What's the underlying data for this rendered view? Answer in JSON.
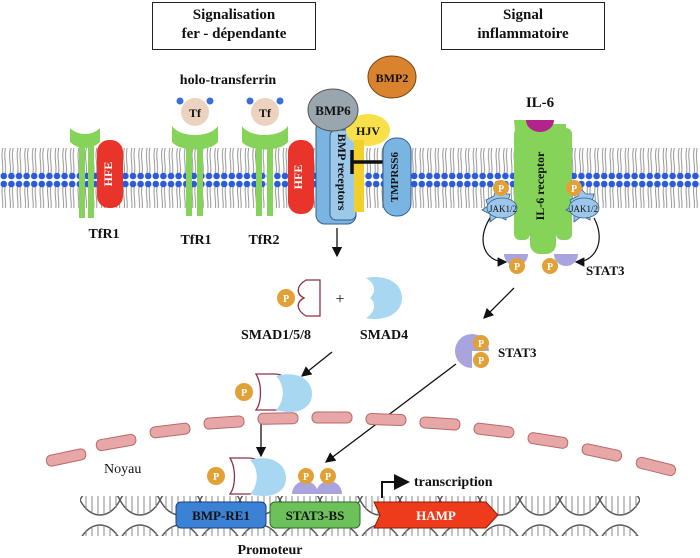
{
  "headers": {
    "left_line1": "Signalisation",
    "left_line2": "fer - dépendante",
    "right_line1": "Signal",
    "right_line2": "inflammatoire"
  },
  "labels": {
    "holo_transferrin": "holo-transferrin",
    "tf": "Tf",
    "hfe": "HFE",
    "tfr1": "TfR1",
    "tfr2": "TfR2",
    "bmp6": "BMP6",
    "bmp2": "BMP2",
    "hjv": "HJV",
    "bmp_receptors": "BMP receptors",
    "tmprss6": "TMPRSS6",
    "il6": "IL-6",
    "il6_receptor": "IL-6 receptor",
    "jak": "JAK1/2",
    "p": "P",
    "stat3": "STAT3",
    "plus": "+",
    "smad158": "SMAD1/5/8",
    "smad4": "SMAD4",
    "noyau": "Noyau",
    "transcription": "transcription",
    "bmp_re1": "BMP-RE1",
    "stat3_bs": "STAT3-BS",
    "hamp": "HAMP",
    "promoteur": "Promoteur"
  },
  "colors": {
    "membrane_head": "#2b5bd6",
    "membrane_tail": "#777777",
    "receptor_green": "#86d35a",
    "hfe_red": "#e8342a",
    "tf_beige": "#ecd3bf",
    "bmp6_grey": "#9aa6ad",
    "bmp2_orange": "#d9832f",
    "hjv_yellow": "#f7e04a",
    "bmp_receptor_blue": "#7ab4e0",
    "smad4_blue": "#a8d7f2",
    "phospho_orange": "#e2a137",
    "stat3_purple": "#a9a3de",
    "il6_magenta": "#b3238c",
    "jak_blue": "#9cc7ea",
    "nuclear_pink": "#e8a7a7",
    "bmp_re1_blue": "#3b82d6",
    "stat3_bs_green": "#6cc15b",
    "hamp_red": "#ee3b1c"
  }
}
